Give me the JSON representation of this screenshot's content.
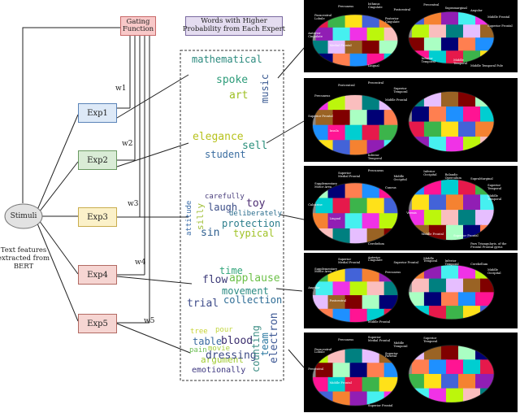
{
  "gating": {
    "label": "Gating\nFunction",
    "color": "#f8c8c8",
    "border": "#c86a6a"
  },
  "words_title": {
    "text": "Words with Higher\nProbability from Each Expert",
    "color": "#e4dcf0",
    "border": "#7a6aa0"
  },
  "stimuli": {
    "label": "Stimuli"
  },
  "features_note": "Text features\nextracted from\nBERT",
  "experts": [
    {
      "label": "Exp1",
      "color": "#dde9f7",
      "border": "#5b84b8"
    },
    {
      "label": "Exp2",
      "color": "#d9ecd6",
      "border": "#6a9a62"
    },
    {
      "label": "Exp3",
      "color": "#fbf1c9",
      "border": "#c9ad4e"
    },
    {
      "label": "Exp4",
      "color": "#f6d5d2",
      "border": "#b26a63"
    },
    {
      "label": "Exp5",
      "color": "#f6d5d2",
      "border": "#b26a63"
    }
  ],
  "weights": [
    "w1",
    "w2",
    "w3",
    "w4",
    "w5"
  ],
  "word_groups": [
    {
      "words": [
        {
          "text": "mathematical",
          "color": "#2b8a7e"
        },
        {
          "text": "spoke",
          "color": "#2e9c7a"
        },
        {
          "text": "art",
          "color": "#9dbf22"
        },
        {
          "text": "music",
          "color": "#3c5b93"
        }
      ]
    },
    {
      "words": [
        {
          "text": "elegance",
          "color": "#b7c21d"
        },
        {
          "text": "sell",
          "color": "#2a8f7b"
        },
        {
          "text": "student",
          "color": "#3a6da0"
        }
      ]
    },
    {
      "words": [
        {
          "text": "carefully",
          "color": "#4a3f7d"
        },
        {
          "text": "toy",
          "color": "#4d2d73"
        },
        {
          "text": "laugh",
          "color": "#3b4d87"
        },
        {
          "text": "silly",
          "color": "#a2c03a"
        },
        {
          "text": "deliberately",
          "color": "#2c6e8e"
        },
        {
          "text": "attitude",
          "color": "#3a6ca8"
        },
        {
          "text": "protection",
          "color": "#2c7e8c"
        },
        {
          "text": "sin",
          "color": "#2f5f8f"
        },
        {
          "text": "typical",
          "color": "#9fc224"
        }
      ]
    },
    {
      "words": [
        {
          "text": "time",
          "color": "#32a57a"
        },
        {
          "text": "flow",
          "color": "#3c3a78"
        },
        {
          "text": "applause",
          "color": "#6cc048"
        },
        {
          "text": "movement",
          "color": "#2a8a82"
        },
        {
          "text": "trial",
          "color": "#3e4c8a"
        },
        {
          "text": "collection",
          "color": "#2f6d96"
        }
      ]
    },
    {
      "words": [
        {
          "text": "tree",
          "color": "#c8d43a"
        },
        {
          "text": "pour",
          "color": "#c2d640"
        },
        {
          "text": "table",
          "color": "#3a6aa0"
        },
        {
          "text": "blood",
          "color": "#3b2e6e"
        },
        {
          "text": "pain",
          "color": "#6fbf57"
        },
        {
          "text": "movie",
          "color": "#a7cf3d"
        },
        {
          "text": "argument",
          "color": "#9fca2e"
        },
        {
          "text": "dressing",
          "color": "#3c4a85"
        },
        {
          "text": "emotionally",
          "color": "#3d3780"
        },
        {
          "text": "counting",
          "color": "#3f8f86"
        },
        {
          "text": "team",
          "color": "#2d7aa2"
        },
        {
          "text": "electron",
          "color": "#3c5794"
        }
      ]
    }
  ],
  "brain_panels": [
    {
      "labels": [
        "Paracentral\nLobule",
        "Precuneus",
        "Isthmus\nCingulate",
        "Posterior\nCingulate",
        "Anterior\nCingulate",
        "Medial Frontal",
        "Lingual",
        "Postcentral",
        "Precentral",
        "Supramarginal",
        "Angular",
        "Middle Frontal",
        "Superior Frontal",
        "Inferior\nTemporal",
        "Middle\nTemporal",
        "Middle Temporal Pole"
      ]
    },
    {
      "labels": [
        "Precuneus",
        "Postcentral",
        "Precentral",
        "Middle Frontal",
        "Superior Frontal",
        "Insula",
        "Inferior\nTemporal",
        "Superior\nTemporal"
      ]
    },
    {
      "labels": [
        "Supplementary\nMotor Area",
        "Superior\nMedial Frontal",
        "Precuneus",
        "Cuneus",
        "Calcarine",
        "Lingual",
        "Cerebelum",
        "Middle\nOccipital",
        "Inferior\nOccipital",
        "Rolandic\nOperculum",
        "SupraMarginal",
        "Superior\nTemporal",
        "Middle\nTemporal",
        "Middle Frontal",
        "Superior Frontal",
        "Pars Triangularis, of the\nFrontal Frontal gyrus",
        "Vermis"
      ]
    },
    {
      "labels": [
        "Supplementary\nMotor Area",
        "Superior\nMedial Frontal",
        "Anterior\nCingulate",
        "Precuneus",
        "Angular",
        "Postcentral",
        "Middle Frontal",
        "Superior Frontal",
        "Middle\nTemporal",
        "Inferior\nTemporal",
        "Cerebellum",
        "Middle\nOccipital"
      ]
    },
    {
      "labels": [
        "Paracentral\nLobule",
        "Precuneus",
        "Superior\nMedial Frontal",
        "Superior\nParietal",
        "Precentral",
        "Middle Frontal",
        "Superior Frontal",
        "Middle\nTemporal",
        "Superior\nTemporal"
      ]
    }
  ]
}
